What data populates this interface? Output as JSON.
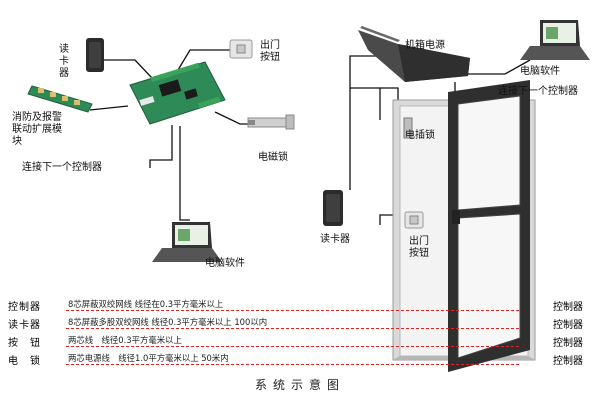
{
  "left": {
    "reader": "读卡器",
    "exit_button": "出门按钮",
    "fire_module": "消防及报警联动扩展模块",
    "mag_lock": "电磁锁",
    "next_controller": "连接下一个控制器",
    "pc_software": "电脑软件"
  },
  "right": {
    "power": "机箱电源",
    "pc_software": "电脑软件",
    "next_controller": "连接下一个控制器",
    "electric_lock": "电插锁",
    "reader": "读卡器",
    "exit_button": "出门按钮"
  },
  "legend": [
    {
      "name": "控制器",
      "desc": "8芯屏蔽双绞网线 线径在0.3平方毫米以上",
      "tail": "控制器"
    },
    {
      "name": "读卡器",
      "desc": "8芯屏蔽多股双绞网线 线径0.3平方毫米以上 100以内",
      "tail": "控制器"
    },
    {
      "name": "按　钮",
      "desc": "两芯线　线径0.3平方毫米以上",
      "tail": "控制器"
    },
    {
      "name": "电　锁",
      "desc": "两芯电源线　线径1.0平方毫米以上 50米内",
      "tail": "控制器"
    }
  ],
  "caption": "系统示意图",
  "colors": {
    "line": "#111111",
    "dash": "#dd2222",
    "board": "#2e8b57",
    "door": "#2f2f2f",
    "wall": "#bdbdbd"
  }
}
